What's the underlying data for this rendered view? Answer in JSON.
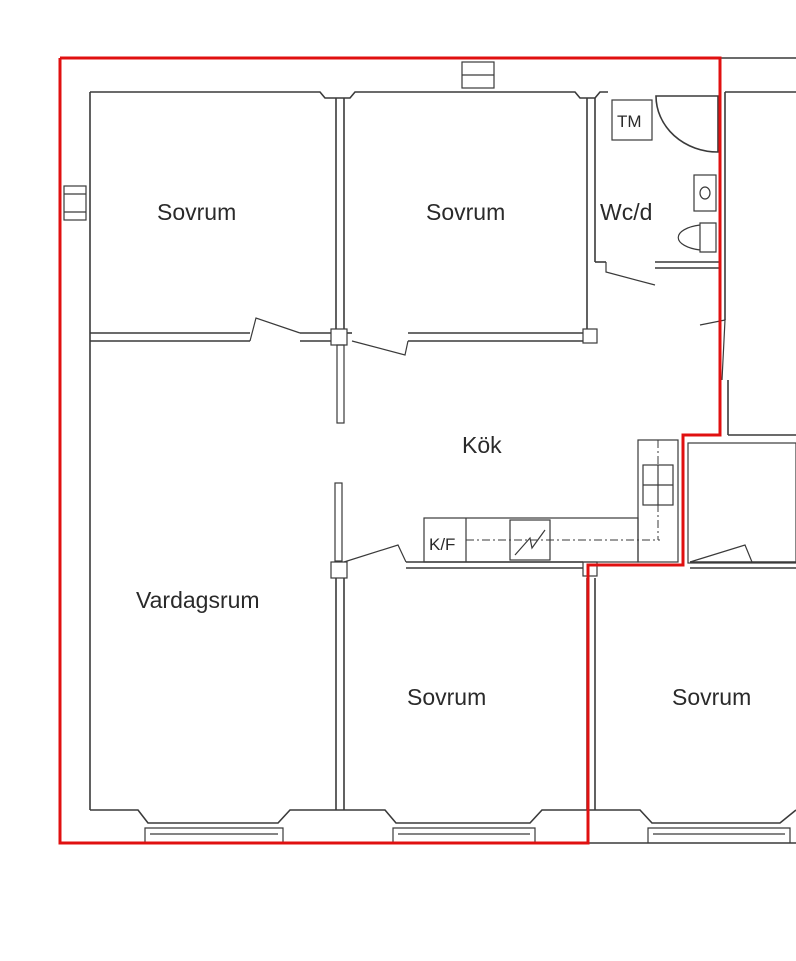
{
  "rooms": {
    "sovrum_1": "Sovrum",
    "sovrum_2": "Sovrum",
    "wc": "Wc/d",
    "kok": "Kök",
    "vardagsrum": "Vardagsrum",
    "sovrum_3": "Sovrum",
    "sovrum_4": "Sovrum"
  },
  "fixtures": {
    "tm": "TM",
    "kf": "K/F"
  },
  "colors": {
    "outline": "#e01010",
    "walls": "#3a3a3a"
  }
}
